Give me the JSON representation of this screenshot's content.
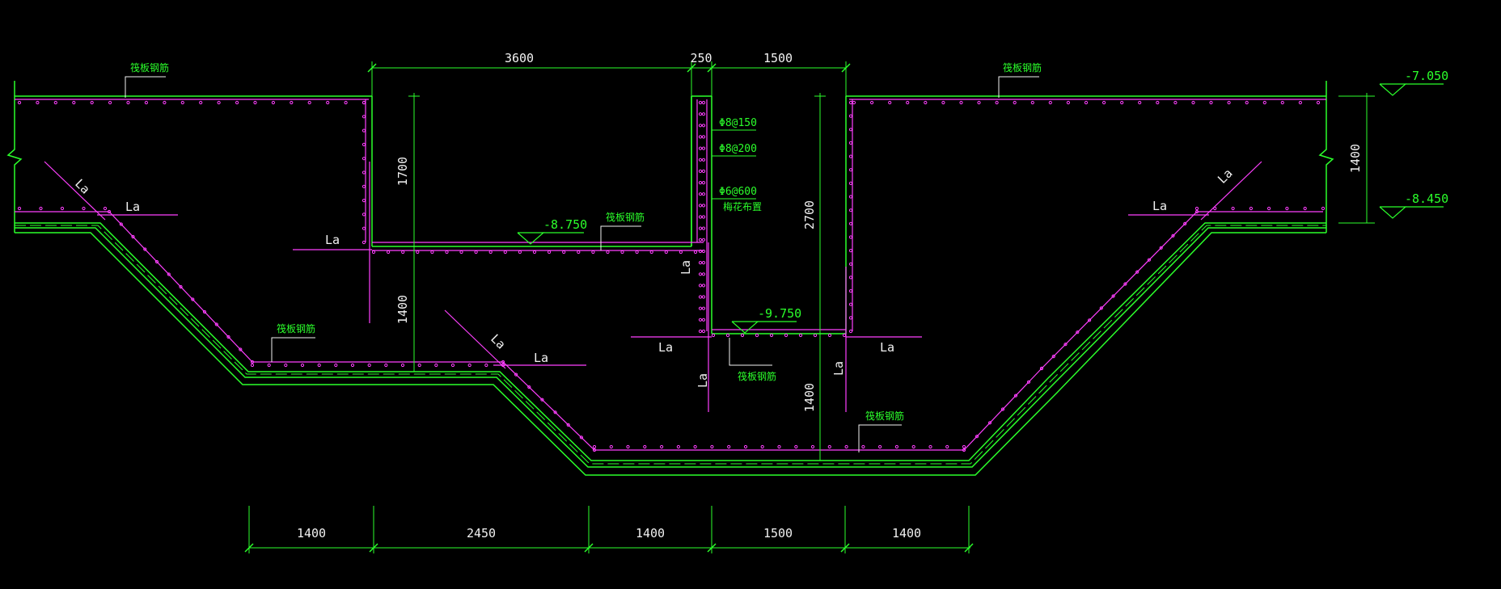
{
  "drawing": {
    "background_color": "#000000",
    "outline_color": "#2bff2b",
    "rebar_color": "#ff40ff",
    "text_color": "#f2f2f2",
    "top_dims": [
      "3600",
      "250",
      "1500"
    ],
    "bottom_dims": [
      "1400",
      "2450",
      "1400",
      "1500",
      "1400"
    ],
    "vertical_dims": {
      "pit1_depth": "1700",
      "pit1_base": "1400",
      "pit2_depth": "2700",
      "pit2_base": "1400",
      "right_slab": "1400"
    },
    "elevations": {
      "top": "-7.050",
      "slab_bottom": "-8.450",
      "pit1_floor": "-8.750",
      "pit2_floor": "-9.750"
    },
    "rebar_notes": {
      "wall_vertical": "Φ8@150",
      "wall_horizontal": "Φ8@200",
      "tie": "Φ6@600",
      "tie_note": "梅花布置"
    },
    "plate_rebar_label": "筏板钢筋",
    "anchor_label": "La"
  }
}
